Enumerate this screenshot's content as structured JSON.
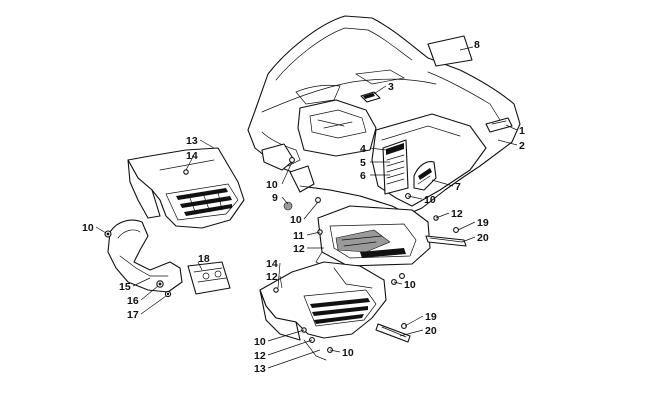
{
  "callouts": {
    "c1": "1",
    "c2": "2",
    "c3": "3",
    "c4": "4",
    "c5": "5",
    "c6": "6",
    "c7": "7",
    "c8": "8",
    "c9": "9",
    "c10a": "10",
    "c10b": "10",
    "c10c": "10",
    "c10d": "10",
    "c10e": "10",
    "c10f": "10",
    "c10g": "10",
    "c11": "11",
    "c12a": "12",
    "c12b": "12",
    "c12c": "12",
    "c12d": "12",
    "c13a": "13",
    "c13b": "13",
    "c14a": "14",
    "c14b": "14",
    "c15": "15",
    "c16": "16",
    "c17": "17",
    "c18": "18",
    "c19a": "19",
    "c19b": "19",
    "c20a": "20",
    "c20b": "20"
  }
}
